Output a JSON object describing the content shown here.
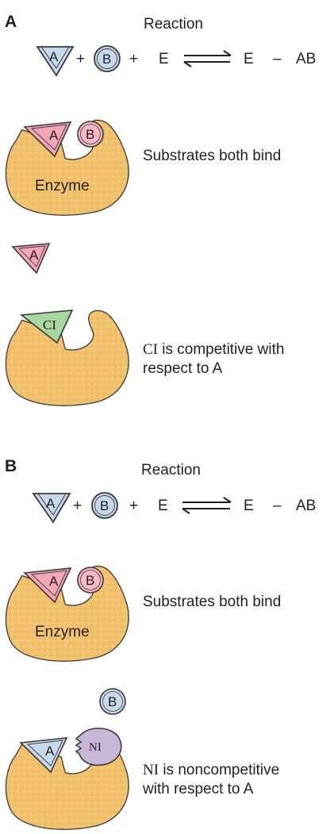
{
  "colors": {
    "enzyme": "#f2c16e",
    "enzyme_stroke": "#3a3a3a",
    "substrate_a_blue": "#c6d9ec",
    "substrate_a_pink": "#f3a7b6",
    "substrate_b": "#f5b8c4",
    "substrate_b_blue": "#c6d9ec",
    "ci": "#a8d6a0",
    "ni": "#c9b7d8",
    "arrow": "#231f20"
  },
  "panels": [
    {
      "letter": "A",
      "reaction_title": "Reaction",
      "equation": {
        "a": "A",
        "plus1": "+",
        "b": "B",
        "plus2": "+",
        "e": "E",
        "product_e": "E",
        "dash": "–",
        "product_ab": "AB"
      },
      "bind": {
        "a": "A",
        "b": "B",
        "enzyme_label": "Enzyme",
        "caption_line1": "Substrates both bind"
      },
      "inhibitor": {
        "free_a": "A",
        "inhibitor": "CI",
        "caption_line1_prefix": "CI",
        "caption_line1_rest": " is competitive with",
        "caption_line2": "respect to A"
      }
    },
    {
      "letter": "B",
      "reaction_title": "Reaction",
      "equation": {
        "a": "A",
        "plus1": "+",
        "b": "B",
        "plus2": "+",
        "e": "E",
        "product_e": "E",
        "dash": "–",
        "product_ab": "AB"
      },
      "bind": {
        "a": "A",
        "b": "B",
        "enzyme_label": "Enzyme",
        "caption_line1": "Substrates both bind"
      },
      "inhibitor": {
        "free_b": "B",
        "a": "A",
        "inhibitor": "NI",
        "caption_line1_prefix": "NI",
        "caption_line1_rest": " is noncompetitive",
        "caption_line2": "with respect to A"
      }
    }
  ]
}
